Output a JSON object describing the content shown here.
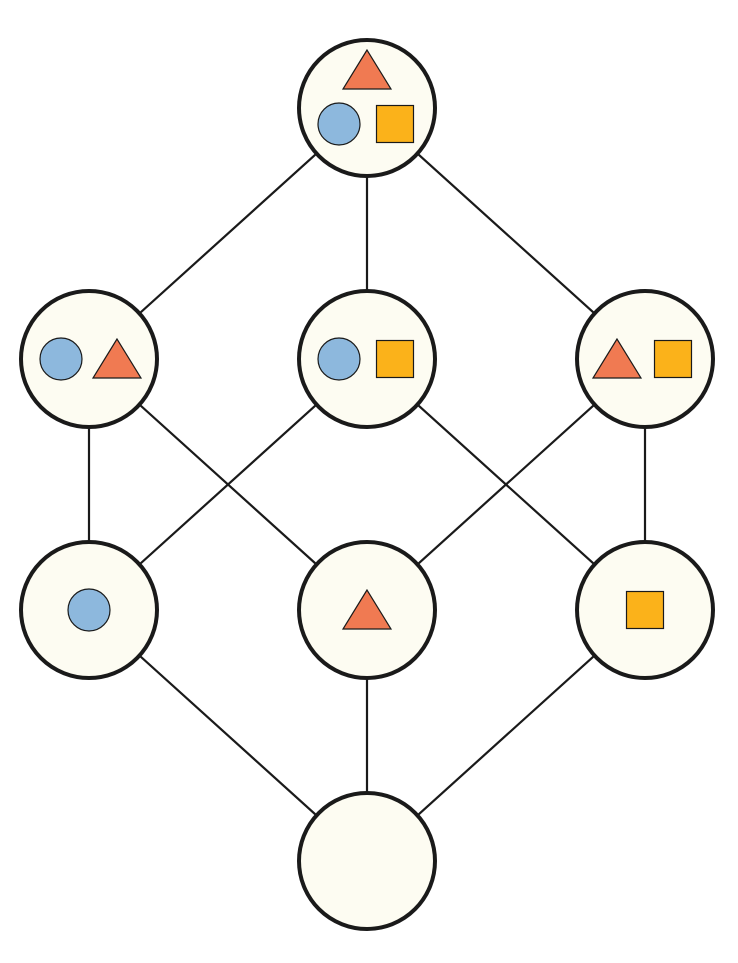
{
  "diagram": {
    "type": "hasse-diagram",
    "colors": {
      "background": "#ffffff",
      "node_fill": "#fdfcf2",
      "node_stroke": "#1a1a1a",
      "edge": "#1a1a1a",
      "circle": "#8db8dd",
      "triangle": "#f07a52",
      "square": "#fbb21a",
      "shape_stroke": "#1a1a1a"
    },
    "nodes": [
      {
        "id": "all",
        "contents": [
          "triangle",
          "circle",
          "square"
        ]
      },
      {
        "id": "circle-triangle",
        "contents": [
          "circle",
          "triangle"
        ]
      },
      {
        "id": "circle-square",
        "contents": [
          "circle",
          "square"
        ]
      },
      {
        "id": "triangle-square",
        "contents": [
          "triangle",
          "square"
        ]
      },
      {
        "id": "circle",
        "contents": [
          "circle"
        ]
      },
      {
        "id": "triangle",
        "contents": [
          "triangle"
        ]
      },
      {
        "id": "square",
        "contents": [
          "square"
        ]
      },
      {
        "id": "empty",
        "contents": []
      }
    ],
    "edges": [
      [
        "all",
        "circle-triangle"
      ],
      [
        "all",
        "circle-square"
      ],
      [
        "all",
        "triangle-square"
      ],
      [
        "circle-triangle",
        "circle"
      ],
      [
        "circle-triangle",
        "triangle"
      ],
      [
        "circle-square",
        "circle"
      ],
      [
        "circle-square",
        "square"
      ],
      [
        "triangle-square",
        "triangle"
      ],
      [
        "triangle-square",
        "square"
      ],
      [
        "circle",
        "empty"
      ],
      [
        "triangle",
        "empty"
      ],
      [
        "square",
        "empty"
      ]
    ]
  }
}
